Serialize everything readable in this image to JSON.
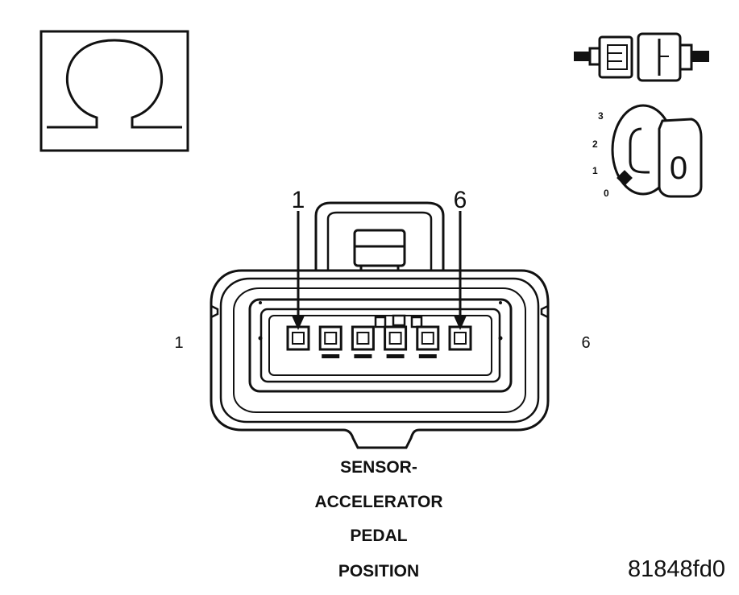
{
  "diagram": {
    "pin_top_left": "1",
    "pin_top_right": "6",
    "pin_side_left": "1",
    "pin_side_right": "6",
    "cavity_count": 6,
    "ignition_positions": [
      "3",
      "2",
      "1",
      "0"
    ],
    "key_position_label": "0",
    "caption_lines": [
      "SENSOR-",
      "ACCELERATOR",
      "PEDAL",
      "POSITION"
    ],
    "figure_id": "81848fd0",
    "icons": {
      "ohmmeter": "ohm-symbol-icon",
      "connector": "disconnected-connector-icon",
      "ignition": "ignition-key-off-icon"
    }
  }
}
